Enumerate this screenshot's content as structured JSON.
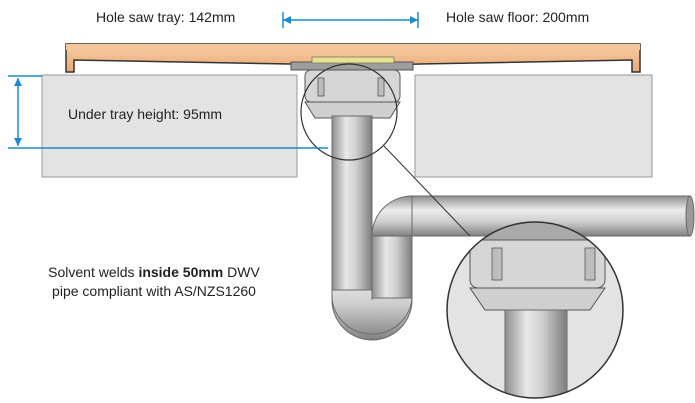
{
  "labels": {
    "hole_saw_tray": "Hole saw tray: 142mm",
    "hole_saw_floor": "Hole saw floor: 200mm",
    "under_tray_height": "Under tray height: 95mm"
  },
  "note": {
    "prefix": "Solvent welds ",
    "bold": "inside 50mm",
    "suffix": " DWV",
    "line2": "pipe compliant with AS/NZS1260"
  },
  "colors": {
    "dimension": "#1a8ccc",
    "concrete": "#e3e3e3",
    "tray": "#f2b888",
    "pipe": "#bdbdbd",
    "gasket": "#e9e48a"
  }
}
